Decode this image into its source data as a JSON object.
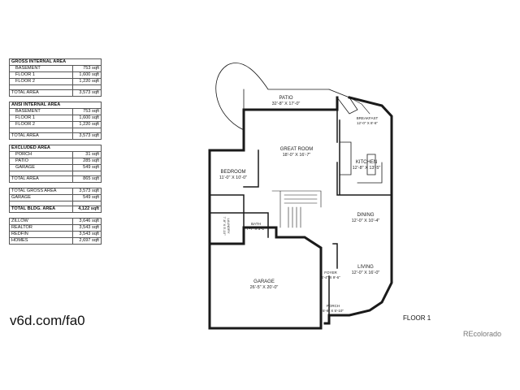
{
  "gross_internal_area": {
    "title": "GROSS INTERNAL AREA",
    "rows": [
      {
        "label": "BASEMENT",
        "value": "753 sqft"
      },
      {
        "label": "FLOOR 1",
        "value": "1,600 sqft"
      },
      {
        "label": "FLOOR 2",
        "value": "1,220 sqft"
      }
    ],
    "total": {
      "label": "TOTAL AREA",
      "value": "3,573 sqft"
    }
  },
  "ansi_internal_area": {
    "title": "ANSI INTERNAL AREA",
    "rows": [
      {
        "label": "BASEMENT",
        "value": "753 sqft"
      },
      {
        "label": "FLOOR 1",
        "value": "1,600 sqft"
      },
      {
        "label": "FLOOR 2",
        "value": "1,220 sqft"
      }
    ],
    "total": {
      "label": "TOTAL AREA",
      "value": "3,573 sqft"
    }
  },
  "excluded_area": {
    "title": "EXCLUDED AREA",
    "rows": [
      {
        "label": "PORCH",
        "value": "31 sqft"
      },
      {
        "label": "PATIO",
        "value": "285 sqft"
      },
      {
        "label": "GARAGE",
        "value": "549 sqft"
      }
    ],
    "total": {
      "label": "TOTAL AREA",
      "value": "865 sqft"
    }
  },
  "summary": {
    "gross_label": "TOTAL GROSS AREA",
    "gross_value": "3,573 sqft",
    "garage_label": "GARAGE",
    "garage_value": "549 sqft",
    "bldg_label": "TOTAL BLDG. AREA",
    "bldg_value": "4,122 sqft"
  },
  "sources": [
    {
      "label": "ZILLOW",
      "value": "3,646 sqft"
    },
    {
      "label": "REALTOR",
      "value": "3,543 sqft"
    },
    {
      "label": "REDFIN",
      "value": "3,543 sqft"
    },
    {
      "label": "HOMES",
      "value": "2,697 sqft"
    }
  ],
  "url": "v6d.com/fa0",
  "floor_label": "FLOOR 1",
  "brand": "REcolorado",
  "rooms": {
    "patio": {
      "name": "PATIO",
      "dims": "32'-8\" X 17'-0\""
    },
    "breakfast": {
      "name": "BREAKFAST",
      "dims": "12'-0\" X 8'-6\""
    },
    "great_room": {
      "name": "GREAT ROOM",
      "dims": "18'-0\" X 16'-7\""
    },
    "kitchen": {
      "name": "KITCHEN",
      "dims": "12'-8\" X 13'-5\""
    },
    "bedroom": {
      "name": "BEDROOM",
      "dims": "11'-0\" X 10'-0\""
    },
    "dining": {
      "name": "DINING",
      "dims": "12'-0\" X 10'-4\""
    },
    "bath": {
      "name": "BATH",
      "dims": "7'-7\" X 5'-2\""
    },
    "laundry": {
      "name": "LAUNDRY",
      "dims": "7'-8\" X 5'-10\""
    },
    "garage": {
      "name": "GARAGE",
      "dims": "26'-5\" X 20'-0\""
    },
    "foyer": {
      "name": "FOYER",
      "dims": "4'-4\" X 9'-6\""
    },
    "living": {
      "name": "LIVING",
      "dims": "12'-0\" X 16'-0\""
    },
    "porch": {
      "name": "PORCH",
      "dims": "5'-9\" X 5'-10\""
    }
  },
  "colors": {
    "wall": "#1a1a1a",
    "brand": "#777777"
  }
}
